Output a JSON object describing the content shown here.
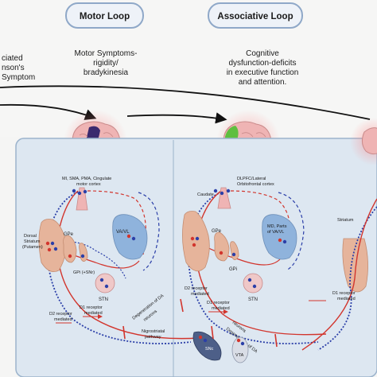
{
  "headers": {
    "motor": "Motor Loop",
    "associative": "Associative Loop"
  },
  "left_cut_text": {
    "line1": "ciated",
    "line2": "nson's",
    "line3": "Symptom"
  },
  "descriptions": {
    "motor": {
      "line1": "Motor Symptoms-",
      "line2": "rigidity/",
      "line3": "bradykinesia"
    },
    "associative": {
      "line1": "Cognitive",
      "line2": "dysfunction-deficits",
      "line3": "in executive function",
      "line4": "and attention."
    }
  },
  "motor_panel": {
    "cortex_line1": "MI, SMA, PMA, Cingulate",
    "cortex_line2": "motor cortex",
    "striatum_line1": "Dorsal",
    "striatum_line2": "Striatum",
    "striatum_line3": "(Putamen)",
    "gpe": "GPe",
    "gpi": "GPi (+SNr)",
    "thalamus": "VA/VL",
    "stn": "STN",
    "d1_line1": "D1 receptor",
    "d1_line2": "mediated",
    "d2_line1": "D2 receptor",
    "d2_line2": "mediated",
    "degeneration_line1": "Degeneration of DA",
    "degeneration_line2": "neurons",
    "nigrostriatal_line1": "Nigrostriatal",
    "nigrostriatal_line2": "pathway",
    "snc": "SNc"
  },
  "associative_panel": {
    "cortex_line1": "DLPFC/Lateral",
    "cortex_line2": "Orbitofrontal cortex",
    "caudate": "Caudate",
    "gpe": "GPe",
    "gpi": "GPi",
    "thalamus_line1": "MD, Parts",
    "thalamus_line2": "of VA/VL",
    "stn": "STN",
    "d2_line1": "D2 receptor",
    "d2_line2": "mediated",
    "d1_line1": "D1 receptor",
    "d1_line2": "mediated",
    "degeneration_line1": "Degeneration of DA",
    "degeneration_line2": "neurons",
    "vta": "VTA"
  },
  "limbic_panel": {
    "striatum": "Striatum",
    "d1_line1": "D1 receptor",
    "d1_line2": "mediated"
  },
  "colors": {
    "header_text": "#c0392b",
    "header_border": "#8fa8c8",
    "panel_bg": "#dde7f1",
    "panel_border": "#9bb3cc",
    "motor_cortex_patch": "#3b2a6e",
    "assoc_cortex_patch": "#5fbf3f",
    "brain": "#efb4b4",
    "thalamus": "#8fb3dc",
    "striatum": "#e6b49b",
    "pathway_red": "#d2352d",
    "pathway_blue": "#2b3fa8"
  }
}
